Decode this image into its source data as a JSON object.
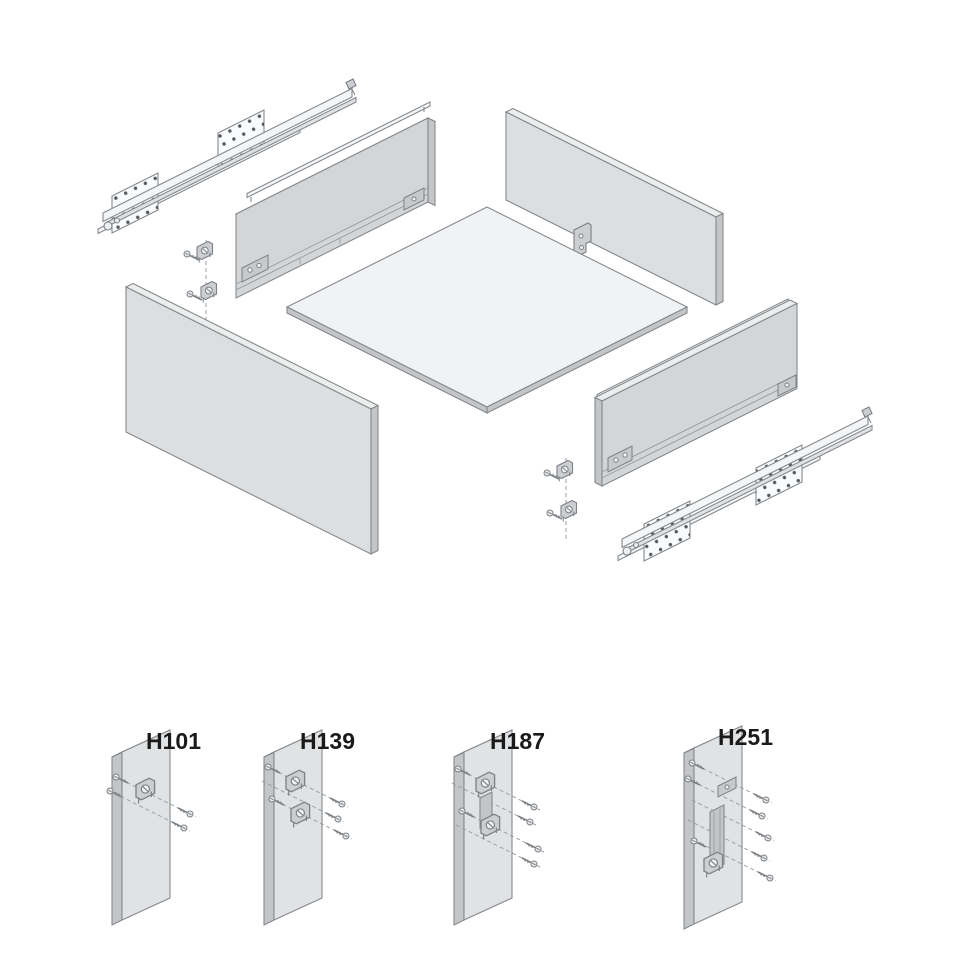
{
  "palette": {
    "line": "#868a8e",
    "line_dark": "#7d8185",
    "panel_face": "#dcdee0",
    "side_panel_face": "#d3d5d7",
    "panel_top_edge": "#eceded",
    "panel_side_edge": "#c3c5c7",
    "bottom_panel_face": "#f1f2f3",
    "detail_board_face": "#e0e2e4",
    "hole_dot": "#55585b",
    "label_text": "#1a1a1a",
    "background": "#ffffff"
  },
  "details": [
    {
      "label": "H101"
    },
    {
      "label": "H139"
    },
    {
      "label": "H187"
    },
    {
      "label": "H251"
    }
  ]
}
